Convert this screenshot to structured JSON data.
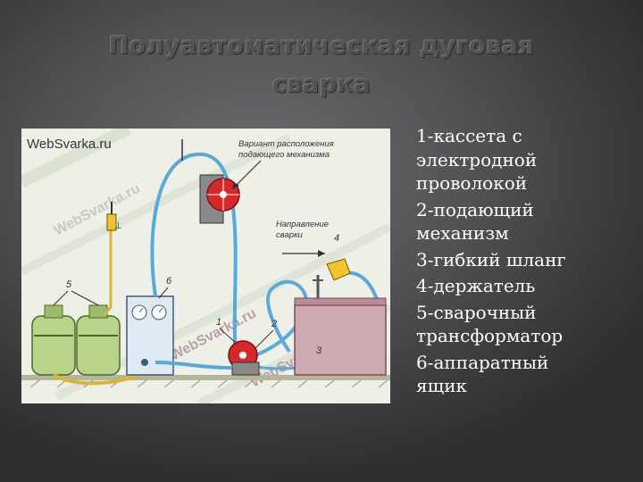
{
  "slide": {
    "title_line1": "Полуавтоматическая дуговая",
    "title_line2": "сварка"
  },
  "figure": {
    "site_label": "WebSvarka.ru",
    "watermark": "WebSvarka.ru",
    "variant_label_line1": "Вариант расположения",
    "variant_label_line2": "подающего механизма",
    "direction_label_line1": "Направление",
    "direction_label_line2": "сварки",
    "num_1": "1",
    "num_2": "2",
    "num_3": "3",
    "num_4": "4",
    "num_5": "5",
    "num_6": "6",
    "colors": {
      "hose": "#5aa9d8",
      "cylinder": "#b8d48a",
      "table": "#cda9b2",
      "roller": "#d62828",
      "holder": "#f2c230",
      "ground": "#c9c9a8"
    }
  },
  "legend": {
    "items": [
      "1-кассета с электродной проволокой",
      "2-подающий механизм",
      "3-гибкий шланг",
      "4-держатель",
      "5-сварочный трансформатор",
      "6-аппаратный ящик"
    ]
  }
}
